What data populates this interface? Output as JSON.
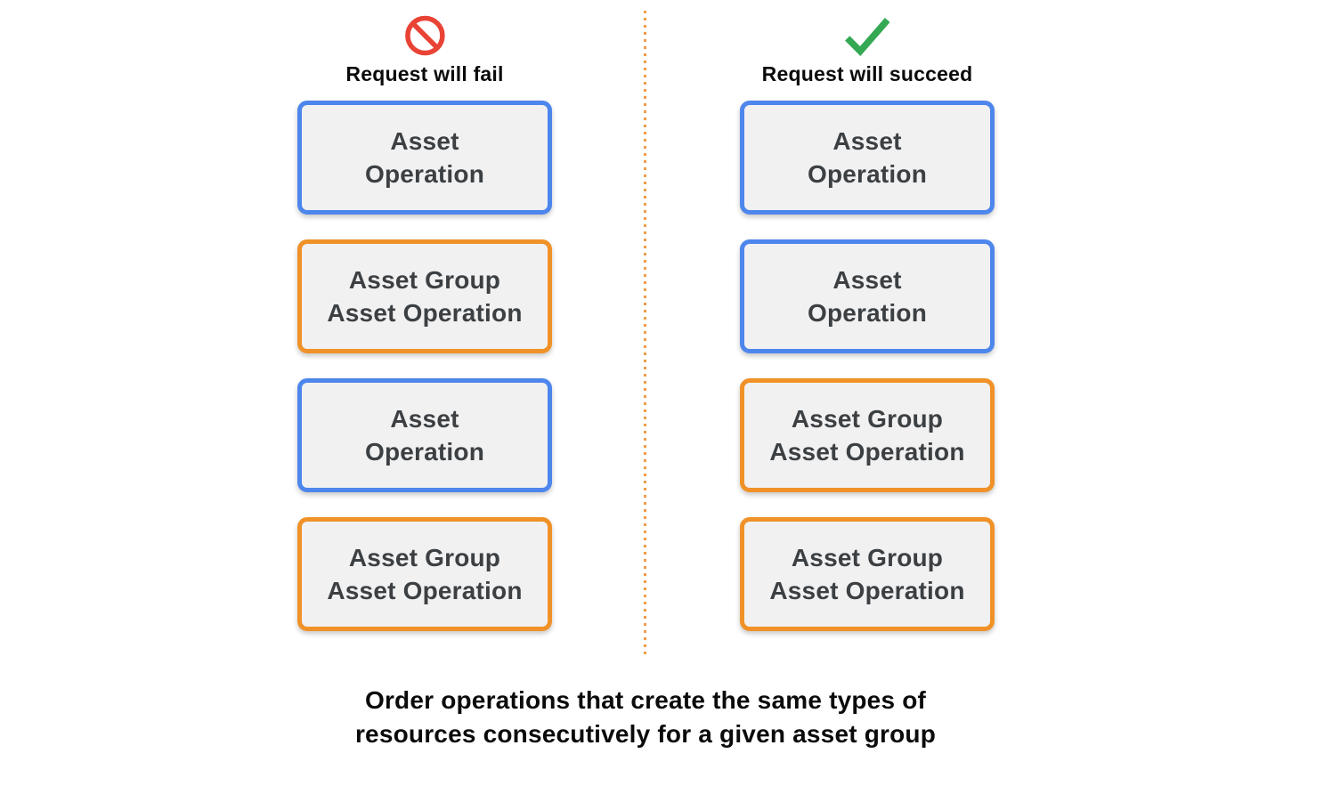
{
  "columns": [
    {
      "icon": "prohibited-icon",
      "title": "Request will fail",
      "boxes": [
        {
          "label": "Asset\nOperation",
          "type": "asset-operation"
        },
        {
          "label": "Asset Group\nAsset Operation",
          "type": "asset-group-asset-operation"
        },
        {
          "label": "Asset\nOperation",
          "type": "asset-operation"
        },
        {
          "label": "Asset Group\nAsset Operation",
          "type": "asset-group-asset-operation"
        }
      ]
    },
    {
      "icon": "checkmark-icon",
      "title": "Request will succeed",
      "boxes": [
        {
          "label": "Asset\nOperation",
          "type": "asset-operation"
        },
        {
          "label": "Asset\nOperation",
          "type": "asset-operation"
        },
        {
          "label": "Asset Group\nAsset Operation",
          "type": "asset-group-asset-operation"
        },
        {
          "label": "Asset Group\nAsset Operation",
          "type": "asset-group-asset-operation"
        }
      ]
    }
  ],
  "caption": "Order operations that create the same types of\nresources consecutively for a given asset group",
  "colors": {
    "asset-operation-border": "#4d86ec",
    "asset-group-border": "#f09228",
    "box-fill": "#f1f1f2",
    "box-text": "#3c4043",
    "heading-text": "#0b0b0c",
    "fail-icon-red": "#e94335",
    "success-icon-green": "#34a853",
    "divider-orange": "#ee9d48"
  }
}
